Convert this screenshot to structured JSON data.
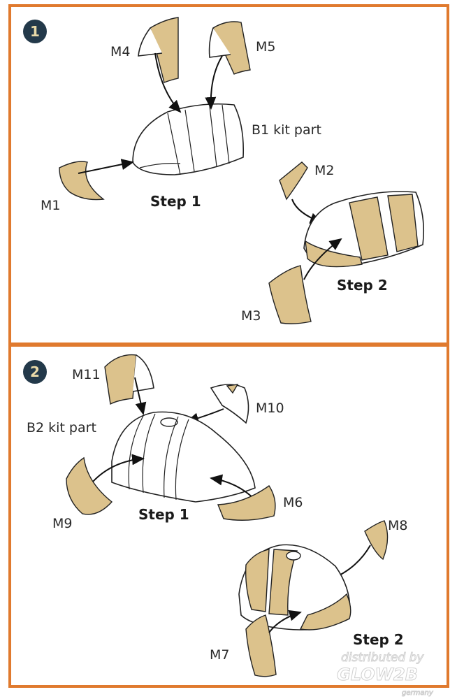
{
  "colors": {
    "border": "#e07a2e",
    "badge": "#23394a",
    "mask": "#dcc28c"
  },
  "panels": [
    {
      "number": "1",
      "kit_part": "B1 kit part",
      "step1": "Step 1",
      "step2": "Step 2",
      "labels": [
        "M1",
        "M2",
        "M3",
        "M4",
        "M5"
      ]
    },
    {
      "number": "2",
      "kit_part": "B2 kit part",
      "step1": "Step 1",
      "step2": "Step 2",
      "labels": [
        "M6",
        "M7",
        "M8",
        "M9",
        "M10",
        "M11"
      ]
    }
  ],
  "watermark": {
    "line1": "distributed by",
    "line2": "GLOW2B",
    "line3": "germany"
  }
}
